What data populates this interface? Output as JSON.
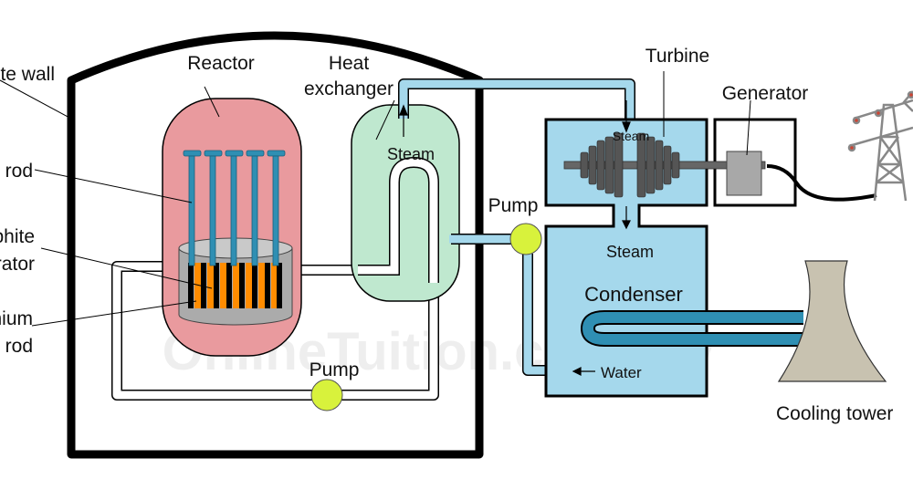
{
  "labels": {
    "concrete_wall": "Concrete wall",
    "reactor": "Reactor",
    "heat_exchanger_l1": "Heat",
    "heat_exchanger_l2": "exchanger",
    "control_rod": "Control rod",
    "graphite_moderator_l1": "Graphite",
    "graphite_moderator_l2": "moderator",
    "uranium_fuel_rod_l1": "Uranium",
    "uranium_fuel_rod_l2": "fuel rod",
    "steam_exchanger": "Steam",
    "steam_turbine": "Steam",
    "steam_condenser": "Steam",
    "turbine": "Turbine",
    "generator": "Generator",
    "pump_secondary": "Pump",
    "pump_primary": "Pump",
    "condenser": "Condenser",
    "water": "Water",
    "cooling_tower": "Cooling tower"
  },
  "watermark": "OnlineTuition.com.my",
  "colors": {
    "reactor_vessel": "#e99a9e",
    "heat_exchanger": "#bfe8cf",
    "pipe": "#a5d8ec",
    "pump": "#d8f23c",
    "fuel_rod": "#ff8c00",
    "moderator": "#b0b0b0",
    "control_rod": "#2f8fb3",
    "cooling_tower": "#c8c2b0",
    "building_wall": "#000000"
  }
}
